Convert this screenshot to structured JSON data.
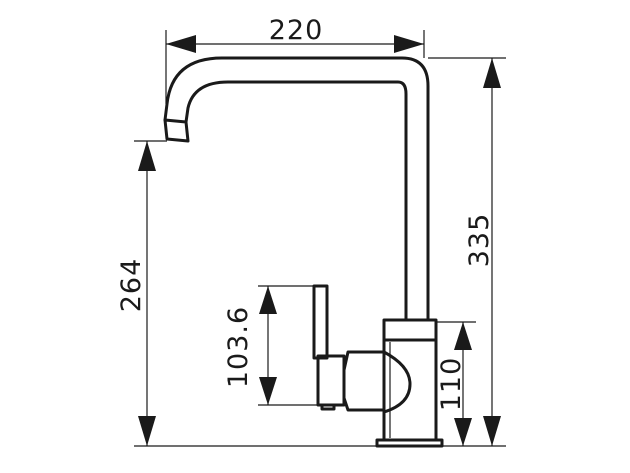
{
  "diagram": {
    "subject": "faucet-dimension-drawing",
    "dimensions": {
      "spout_reach": "220",
      "total_height": "335",
      "spout_outlet_height": "264",
      "handle_height": "103.6",
      "body_height": "110"
    },
    "colors": {
      "line": "#1a1a1a",
      "background": "#ffffff"
    }
  }
}
